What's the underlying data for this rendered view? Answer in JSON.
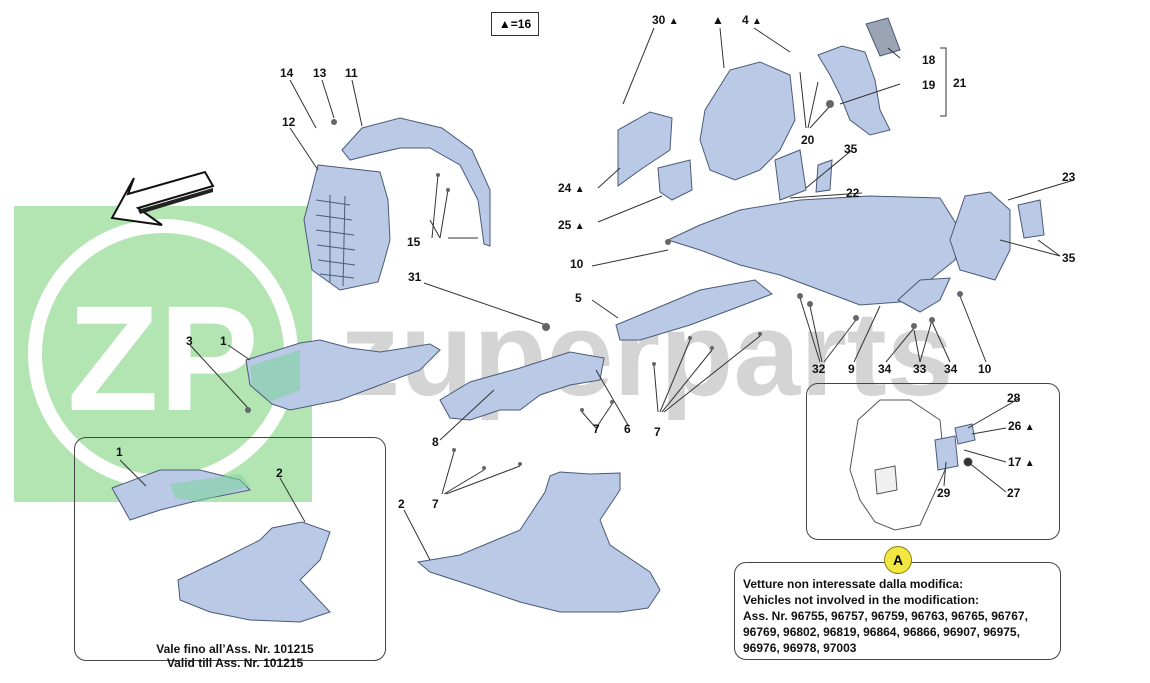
{
  "legend": {
    "tri": "▲",
    "text": "=16"
  },
  "watermark": {
    "logo": "ZP",
    "text": "zuperparts",
    "color": "#7fd47f"
  },
  "colors": {
    "part_fill": "#b9c9e6",
    "part_stroke": "#4a5a78",
    "green_part": "#7fd4a0"
  },
  "callouts": {
    "c30": "30",
    "c30t": "▲",
    "c4": "4",
    "c4t": "▲",
    "ctop": "▲",
    "c18": "18",
    "c19": "19",
    "c21": "21",
    "c20": "20",
    "c35a": "35",
    "c22": "22",
    "c24": "24",
    "c24t": "▲",
    "c25": "25",
    "c25t": "▲",
    "c23": "23",
    "c35b": "35",
    "c10a": "10",
    "c10b": "10",
    "c5": "5",
    "c6": "6",
    "c7a": "7",
    "c7b": "7",
    "c7c": "7",
    "c8": "8",
    "c32": "32",
    "c9": "9",
    "c34a": "34",
    "c33": "33",
    "c34b": "34",
    "c31": "31",
    "c14": "14",
    "c13": "13",
    "c11": "11",
    "c12": "12",
    "c15": "15",
    "c1": "1",
    "c3": "3",
    "c2": "2",
    "c1b": "1",
    "c2b": "2",
    "c28": "28",
    "c26": "26",
    "c26t": "▲",
    "c17": "17",
    "c17t": "▲",
    "c29": "29",
    "c27": "27"
  },
  "validity": {
    "line1": "Vale fino all’Ass. Nr. 101215",
    "line2": "Valid till Ass. Nr. 101215"
  },
  "note": {
    "badge": "A",
    "line1": "Vetture non interessate dalla modifica:",
    "line2": "Vehicles not involved in the modification:",
    "line3": "Ass. Nr. 96755, 96757, 96759, 96763, 96765, 96767,",
    "line4": "96769, 96802, 96819, 96864, 96866, 96907, 96975,",
    "line5": "96976, 96978, 97003"
  }
}
